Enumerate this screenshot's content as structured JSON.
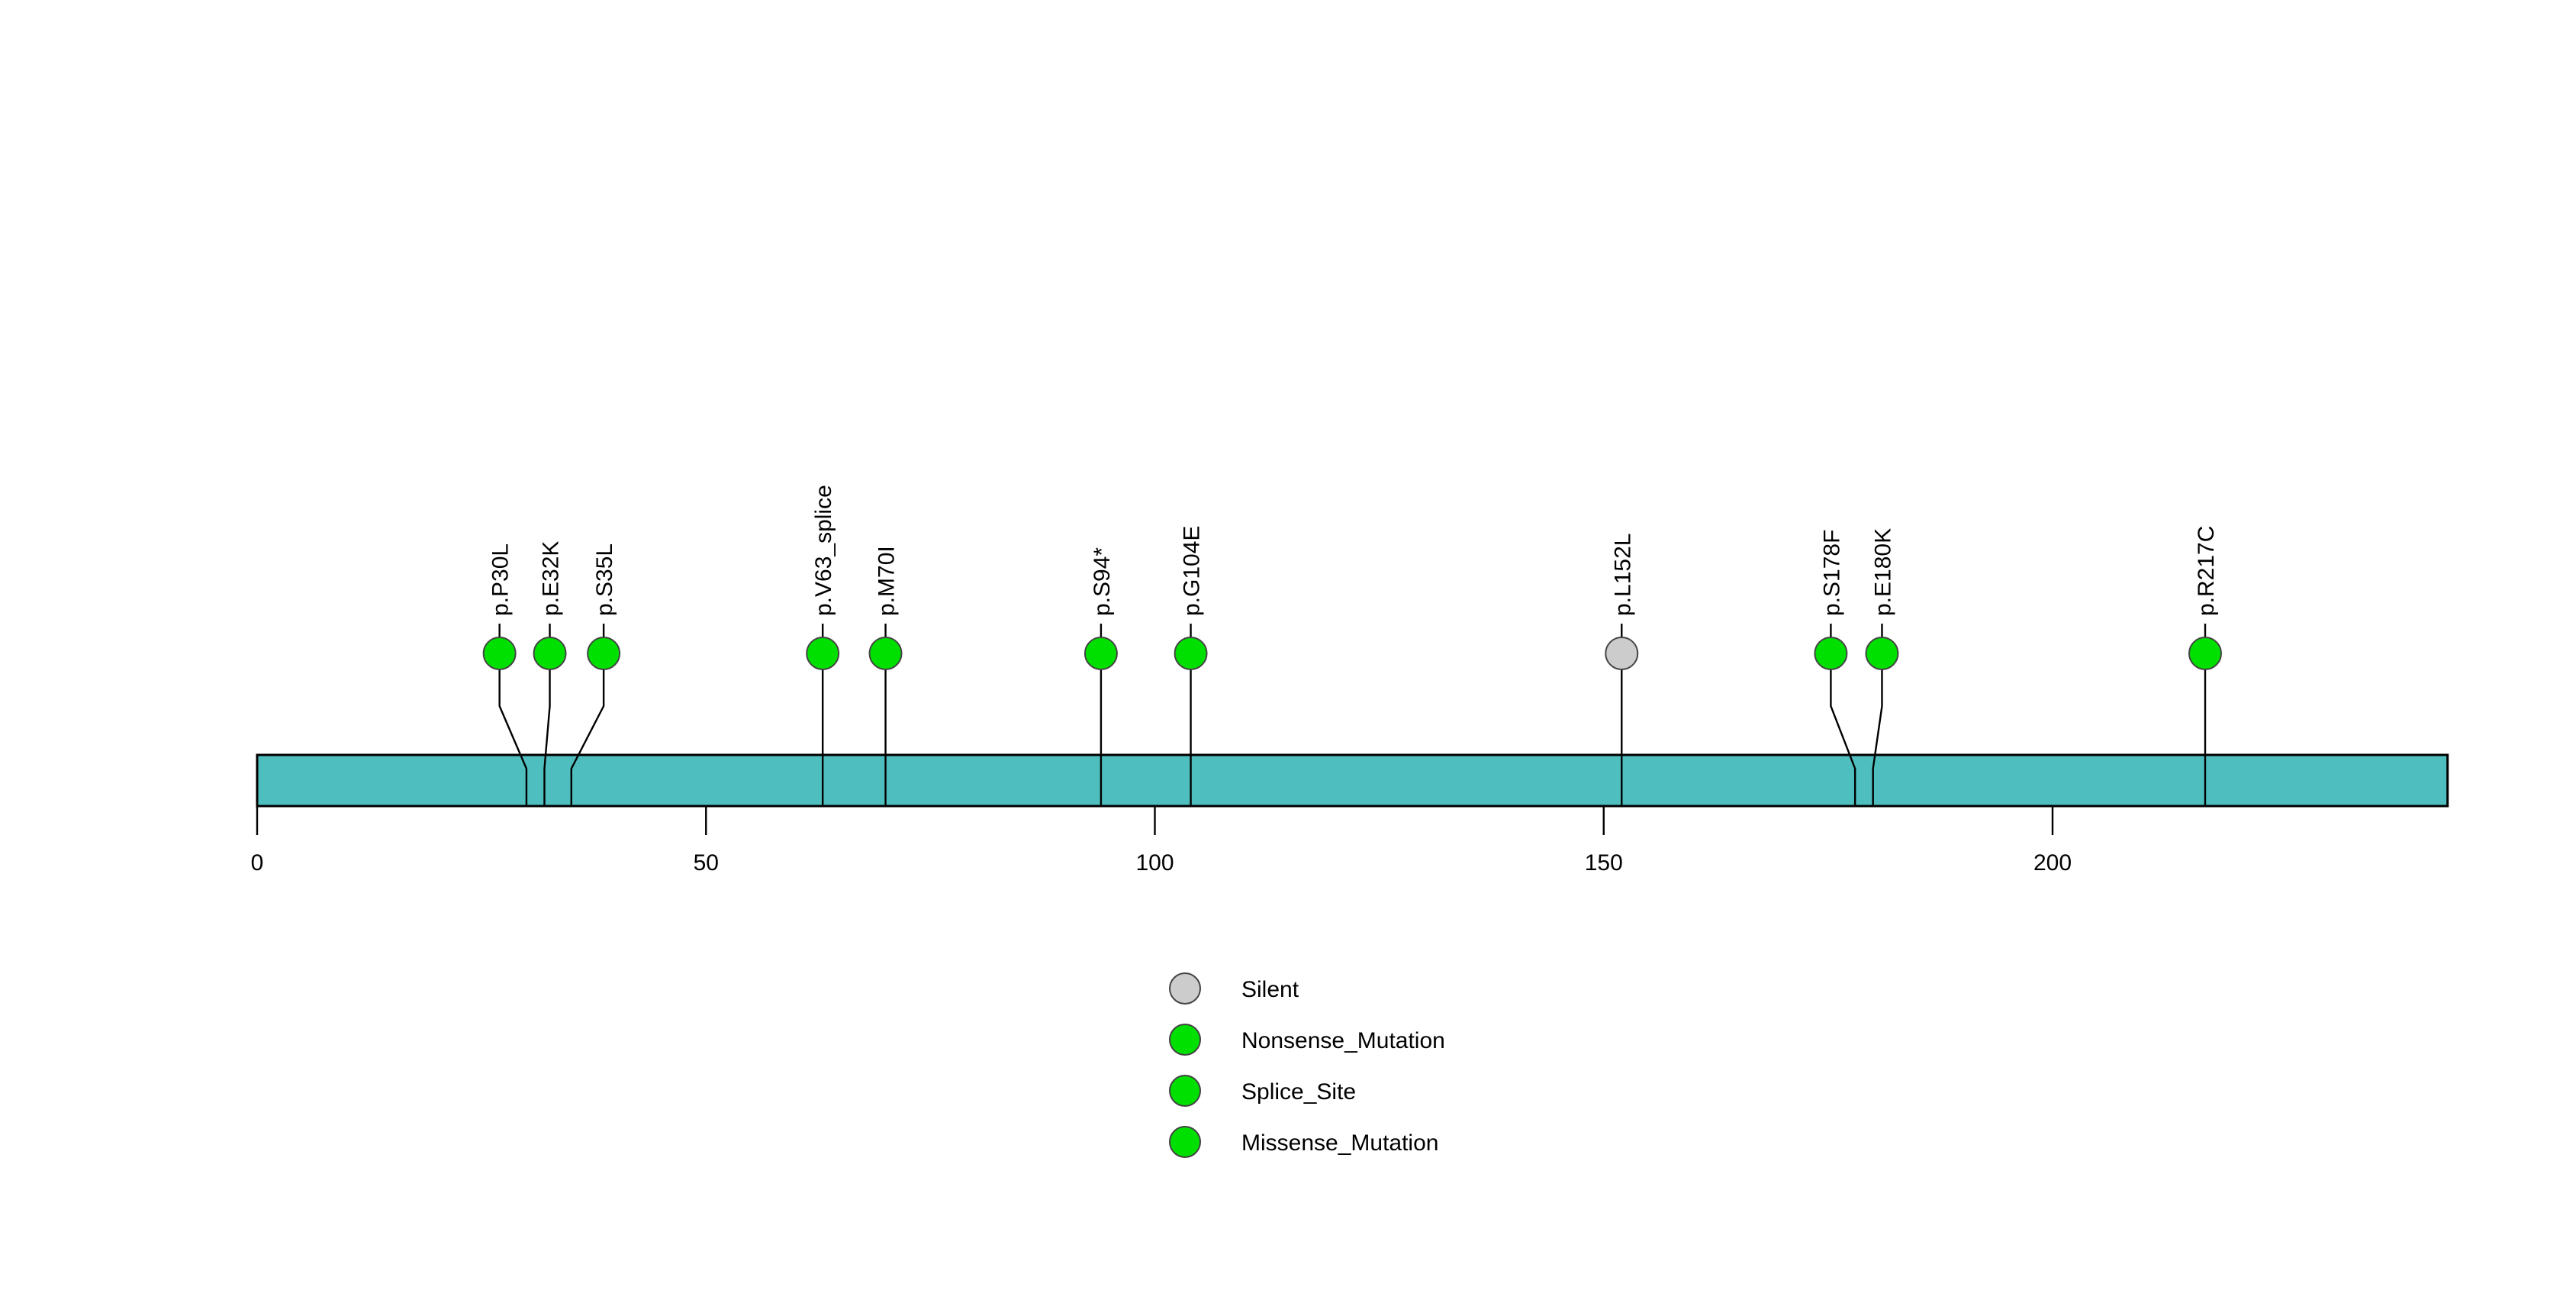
{
  "chart_data": {
    "type": "lollipop",
    "title": "",
    "xlabel": "",
    "ylabel": "",
    "xlim": [
      0,
      244
    ],
    "axis_ticks": [
      0,
      50,
      100,
      150,
      200
    ],
    "protein_bar": {
      "start": 0,
      "end": 244,
      "color": "#4FBEBE",
      "border_color": "#000000"
    },
    "colors": {
      "silent": "#CCCCCC",
      "nonsense": "#00E000",
      "splice_site": "#00E000",
      "missense": "#00E000",
      "stem": "#000000",
      "background": "#FFFFFF"
    },
    "mutations": [
      {
        "label": "p.P30L",
        "position": 30,
        "head_position": 27.0,
        "type": "Missense_Mutation",
        "color": "#00E000",
        "count": 1
      },
      {
        "label": "p.E32K",
        "position": 32,
        "head_position": 32.6,
        "type": "Missense_Mutation",
        "color": "#00E000",
        "count": 1
      },
      {
        "label": "p.S35L",
        "position": 35,
        "head_position": 38.6,
        "type": "Missense_Mutation",
        "color": "#00E000",
        "count": 1
      },
      {
        "label": "p.V63_splice",
        "position": 63,
        "head_position": 63.0,
        "type": "Splice_Site",
        "color": "#00E000",
        "count": 1
      },
      {
        "label": "p.M70I",
        "position": 70,
        "head_position": 70.0,
        "type": "Missense_Mutation",
        "color": "#00E000",
        "count": 1
      },
      {
        "label": "p.S94*",
        "position": 94,
        "head_position": 94.0,
        "type": "Nonsense_Mutation",
        "color": "#00E000",
        "count": 1
      },
      {
        "label": "p.G104E",
        "position": 104,
        "head_position": 104.0,
        "type": "Missense_Mutation",
        "color": "#00E000",
        "count": 1
      },
      {
        "label": "p.L152L",
        "position": 152,
        "head_position": 152.0,
        "type": "Silent",
        "color": "#CCCCCC",
        "count": 1
      },
      {
        "label": "p.S178F",
        "position": 178,
        "head_position": 175.3,
        "type": "Missense_Mutation",
        "color": "#00E000",
        "count": 1
      },
      {
        "label": "p.E180K",
        "position": 180,
        "head_position": 181.0,
        "type": "Missense_Mutation",
        "color": "#00E000",
        "count": 1
      },
      {
        "label": "p.R217C",
        "position": 217,
        "head_position": 217.0,
        "type": "Missense_Mutation",
        "color": "#00E000",
        "count": 1
      }
    ],
    "legend": {
      "position": "bottom-center",
      "entries": [
        {
          "label": "Silent",
          "color": "#CCCCCC"
        },
        {
          "label": "Nonsense_Mutation",
          "color": "#00E000"
        },
        {
          "label": "Splice_Site",
          "color": "#00E000"
        },
        {
          "label": "Missense_Mutation",
          "color": "#00E000"
        }
      ]
    }
  }
}
